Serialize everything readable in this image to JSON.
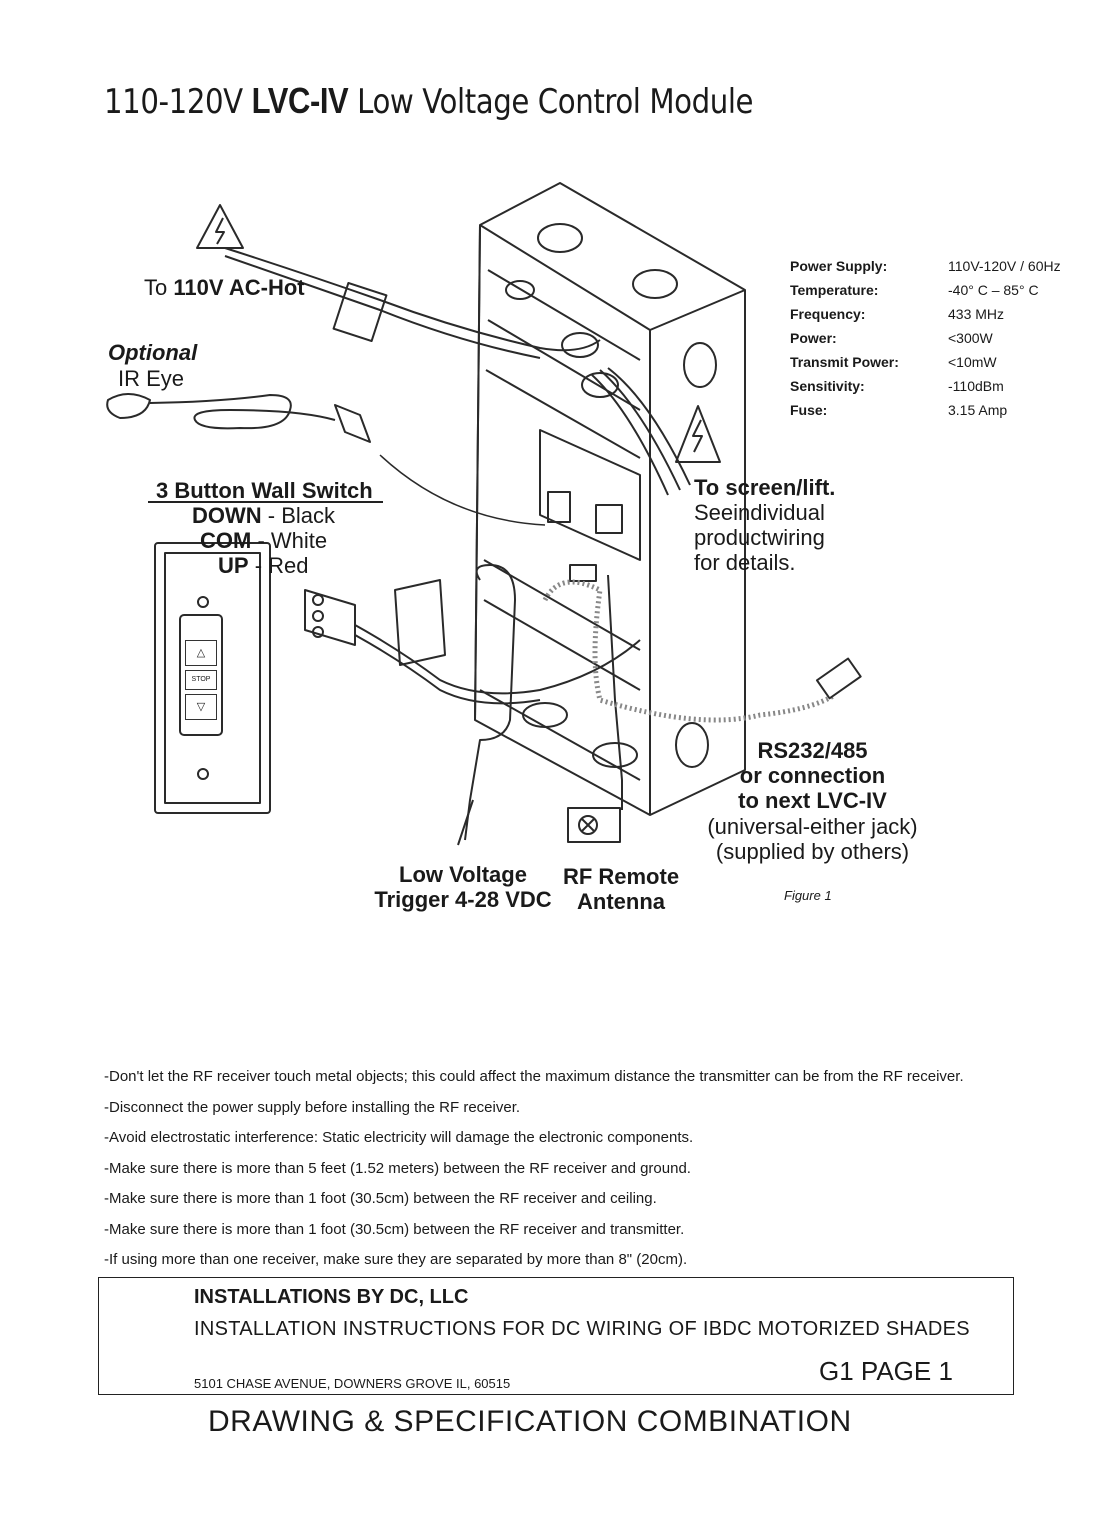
{
  "title": {
    "prefix": "110-120V",
    "model": "LVC-IV",
    "suffix": "Low Voltage Control Module"
  },
  "callouts": {
    "ac_hot_prefix": "To",
    "ac_hot_bold": "110V AC-Hot",
    "ir_optional": "Optional",
    "ir_eye": "IR Eye",
    "wall_switch_title": "3 Button Wall Switch",
    "down_label": "DOWN",
    "down_color": "- Black",
    "com_label": "COM",
    "com_color": "- White",
    "up_label": "UP",
    "up_color": "- Red",
    "screen_lift": "To screen/lift.",
    "screen_line2": "Seeindividual",
    "screen_line3": "productwiring",
    "screen_line4": "for details.",
    "rs_line1": "RS232/485",
    "rs_line2": "or connection",
    "rs_line3": "to next LVC-IV",
    "rs_line4": "(universal-either jack)",
    "rs_line5": "(supplied by others)",
    "lv_line1": "Low Voltage",
    "lv_line2": "Trigger 4-28 VDC",
    "rf_line1": "RF Remote",
    "rf_line2": "Antenna",
    "figure": "Figure 1"
  },
  "switch_buttons": [
    "△",
    "STOP",
    "▽"
  ],
  "specs": [
    {
      "label": "Power Supply:",
      "value": "110V-120V / 60Hz"
    },
    {
      "label": "Temperature:",
      "value": "-40° C – 85° C"
    },
    {
      "label": "Frequency:",
      "value": "433 MHz"
    },
    {
      "label": "Power:",
      "value": "<300W"
    },
    {
      "label": "Transmit Power:",
      "value": "<10mW"
    },
    {
      "label": "Sensitivity:",
      "value": "-110dBm"
    },
    {
      "label": "Fuse:",
      "value": "3.15 Amp"
    }
  ],
  "notes": [
    "-Don't let the RF receiver touch metal objects; this could affect the maximum distance the transmitter can be from the RF receiver.",
    "-Disconnect the power supply before installing the RF receiver.",
    "-Avoid electrostatic interference: Static electricity will damage the electronic components.",
    "-Make sure there is more than 5 feet (1.52 meters) between the RF receiver and ground.",
    "-Make sure there is more than 1 foot (30.5cm) between the RF receiver and ceiling.",
    "-Make sure there is more than 1 foot (30.5cm) between the RF receiver and transmitter.",
    "-If using more than one receiver, make sure they are separated by more than 8\" (20cm)."
  ],
  "footer": {
    "company": "INSTALLATIONS BY DC, LLC",
    "instructions": "INSTALLATION INSTRUCTIONS FOR DC WIRING OF IBDC MOTORIZED SHADES",
    "address": "5101 CHASE AVENUE, DOWNERS GROVE IL, 60515",
    "page": "G1 PAGE 1"
  },
  "bottom_title": "DRAWING & SPECIFICATION COMBINATION"
}
